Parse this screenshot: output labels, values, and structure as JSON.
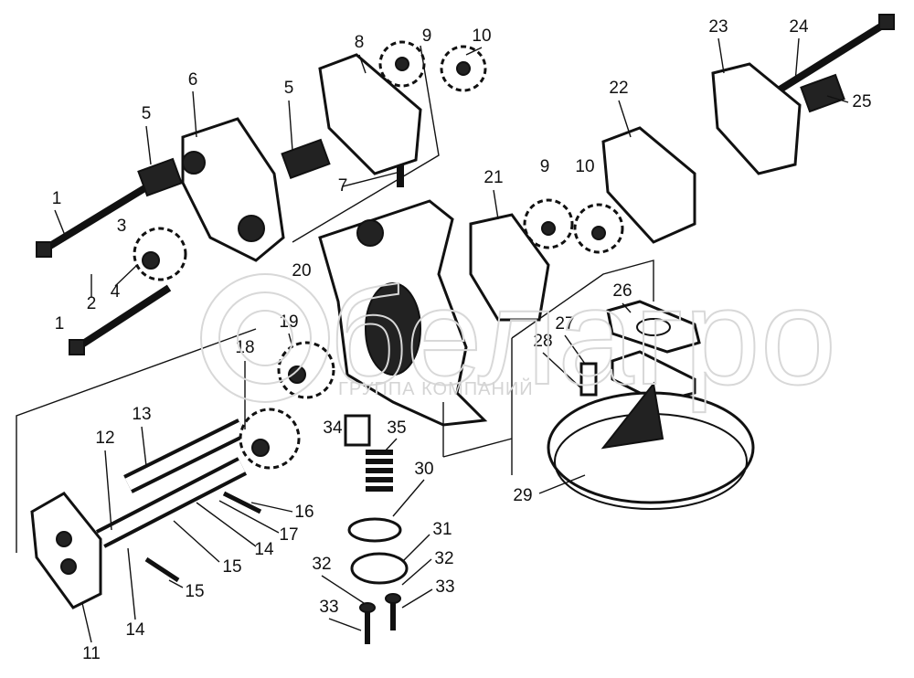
{
  "diagram": {
    "type": "exploded parts diagram",
    "watermark": {
      "logo": "белагро",
      "subtitle": "ГРУППА КОМПАНИЙ"
    },
    "labels": [
      "1",
      "2",
      "3",
      "4",
      "5",
      "6",
      "5",
      "8",
      "9",
      "10",
      "7",
      "20",
      "1",
      "19",
      "18",
      "13",
      "12",
      "34",
      "35",
      "30",
      "16",
      "17",
      "14",
      "15",
      "15",
      "14",
      "11",
      "31",
      "32",
      "32",
      "33",
      "33",
      "21",
      "9",
      "10",
      "22",
      "23",
      "24",
      "25",
      "26",
      "27",
      "28",
      "29"
    ]
  }
}
